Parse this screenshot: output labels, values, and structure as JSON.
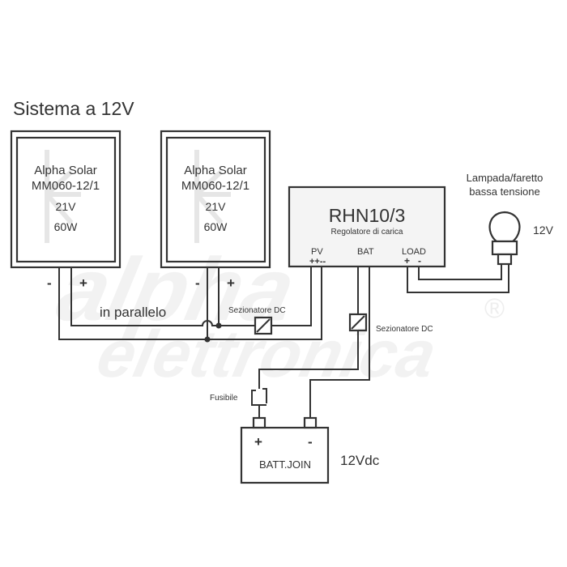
{
  "title": "Sistema a 12V",
  "watermark": {
    "line1": "alpha",
    "line2": "elettronica",
    "registered": "®"
  },
  "panels": [
    {
      "brand": "Alpha Solar",
      "model": "MM060-12/1",
      "voltage": "21V",
      "power": "60W",
      "neg_label": "-",
      "pos_label": "+"
    },
    {
      "brand": "Alpha Solar",
      "model": "MM060-12/1",
      "voltage": "21V",
      "power": "60W",
      "neg_label": "-",
      "pos_label": "+"
    }
  ],
  "parallel_label": "in parallelo",
  "regulator": {
    "model": "RHN10/3",
    "description": "Regolatore di carica",
    "pv_label": "PV",
    "pv_polarity": "++--",
    "bat_label": "BAT",
    "load_label": "LOAD",
    "load_pos": "+",
    "load_neg": "-"
  },
  "disconnector_pv_label": "Sezionatore DC",
  "disconnector_bat_label": "Sezionatore DC",
  "fuse_label": "Fusibile",
  "battery": {
    "name": "BATT.JOIN",
    "pos_label": "+",
    "neg_label": "-",
    "voltage": "12Vdc"
  },
  "lamp": {
    "line1": "Lampada/faretto",
    "line2": "bassa tensione",
    "voltage": "12V"
  }
}
